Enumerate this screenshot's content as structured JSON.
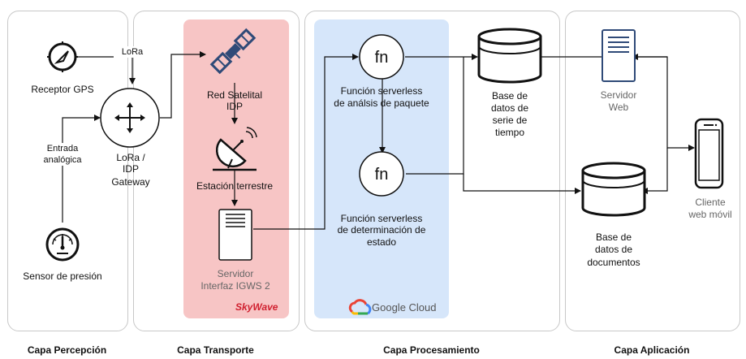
{
  "layers": {
    "perception": "Capa Percepción",
    "transport": "Capa Transporte",
    "processing": "Capa Procesamiento",
    "application": "Capa Aplicación"
  },
  "nodes": {
    "gps": "Receptor GPS",
    "pressure_sensor": "Sensor de presión",
    "gateway_line1": "LoRa /",
    "gateway_line2": "IDP",
    "gateway_line3": "Gateway",
    "satellite_line1": "Red Satelital",
    "satellite_line2": "IDP",
    "ground_station": "Estación terrestre",
    "igws_line1": "Servidor",
    "igws_line2": "Interfaz IGWS 2",
    "fn_top_symbol": "fn",
    "fn_top_line1": "Función serverless",
    "fn_top_line2": "de análsis de paquete",
    "fn_bottom_symbol": "fn",
    "fn_bottom_line1": "Función serverless",
    "fn_bottom_line2": "de determinación de",
    "fn_bottom_line3": "estado",
    "tsdb_line1": "Base de",
    "tsdb_line2": "datos de",
    "tsdb_line3": "serie de",
    "tsdb_line4": "tiempo",
    "docdb_line1": "Base de",
    "docdb_line2": "datos de",
    "docdb_line3": "documentos",
    "web_server_line1": "Servidor",
    "web_server_line2": "Web",
    "client_line1": "Cliente",
    "client_line2": "web móvil"
  },
  "edge_labels": {
    "lora": "LoRa",
    "analog_line1": "Entrada",
    "analog_line2": "analógica"
  },
  "brands": {
    "skywave": "SkyWave",
    "google_cloud": "Google Cloud"
  },
  "icons": [
    "compass-icon",
    "pressure-gauge-icon",
    "gateway-hub-icon",
    "satellite-icon",
    "satellite-dish-icon",
    "server-icon",
    "function-icon",
    "database-icon",
    "web-server-icon",
    "mobile-phone-icon",
    "google-cloud-logo-icon"
  ],
  "colors": {
    "transport_band": "#f7c5c5",
    "processing_band": "#d6e6fa",
    "skywave_red": "#d0202f"
  }
}
